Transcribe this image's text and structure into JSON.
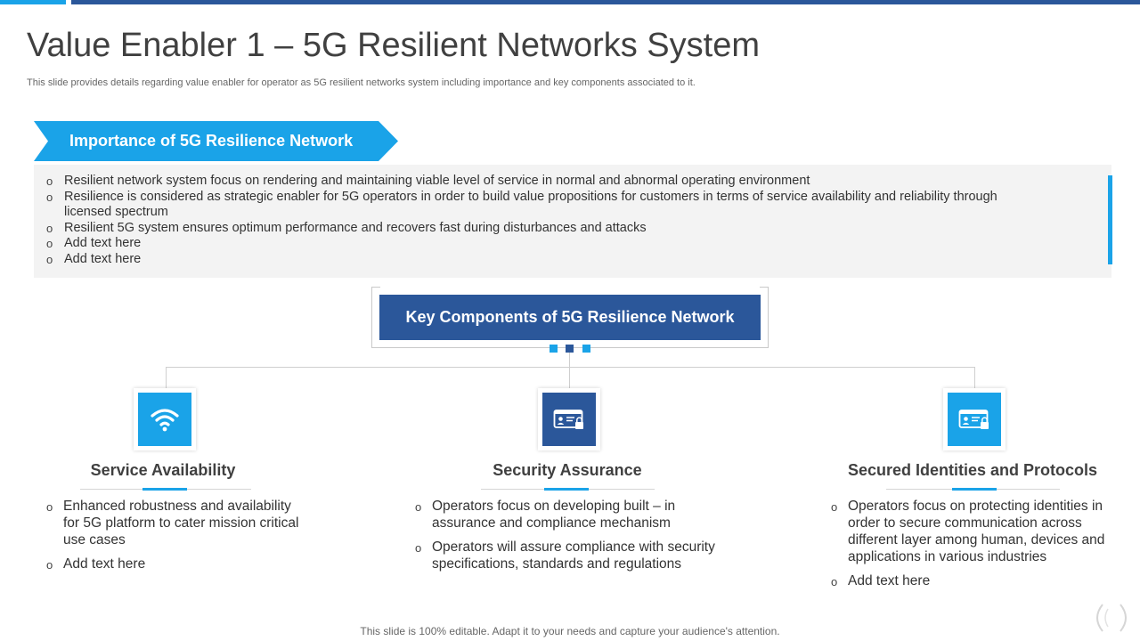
{
  "title": "Value Enabler 1 – 5G Resilient Networks System",
  "subtitle": "This slide provides details regarding value enabler for operator as 5G resilient networks system including importance and key components associated to it.",
  "importance": {
    "heading": "Importance of 5G Resilience Network",
    "bullet_symbol": "o",
    "items": [
      "Resilient network system focus on rendering and maintaining viable level of service in normal and abnormal operating environment",
      "Resilience is considered as strategic enabler for 5G operators in order to build value propositions for customers in terms of service availability and reliability through licensed spectrum",
      "Resilient 5G system ensures optimum performance and recovers fast during disturbances and attacks",
      "Add text here",
      "Add text here"
    ]
  },
  "key_components": {
    "heading": "Key Components of 5G Resilience Network",
    "columns": [
      {
        "title": "Service Availability",
        "icon": "wifi-icon",
        "icon_bg": "#1aa3e8",
        "items": [
          "Enhanced robustness and availability for 5G platform to cater mission critical use cases",
          "Add text here"
        ]
      },
      {
        "title": "Security Assurance",
        "icon": "id-card-lock-icon",
        "icon_bg": "#2b579a",
        "items": [
          "Operators focus on developing built – in assurance and compliance mechanism",
          "Operators will assure compliance with security specifications, standards and regulations"
        ]
      },
      {
        "title": "Secured Identities and Protocols",
        "icon": "id-card-lock-icon",
        "icon_bg": "#1aa3e8",
        "items": [
          "Operators focus on protecting identities in order to secure communication across different layer among human, devices and applications in various industries",
          "Add text here"
        ]
      }
    ]
  },
  "footer": "This slide is 100% editable. Adapt it to your needs and capture your audience's attention.",
  "colors": {
    "accent": "#1aa3e8",
    "primary": "#2b579a",
    "text": "#404040"
  }
}
